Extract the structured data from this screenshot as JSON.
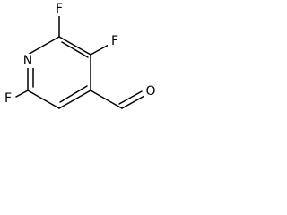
{
  "structure": {
    "atoms": [
      {
        "id": "F2",
        "label": "F"
      },
      {
        "id": "F3",
        "label": "F"
      },
      {
        "id": "N1",
        "label": "N"
      },
      {
        "id": "F6",
        "label": "F"
      },
      {
        "id": "O",
        "label": "O"
      }
    ],
    "colors": {
      "bond": "#000000",
      "label": "#000000",
      "background": "#ffffff"
    }
  }
}
